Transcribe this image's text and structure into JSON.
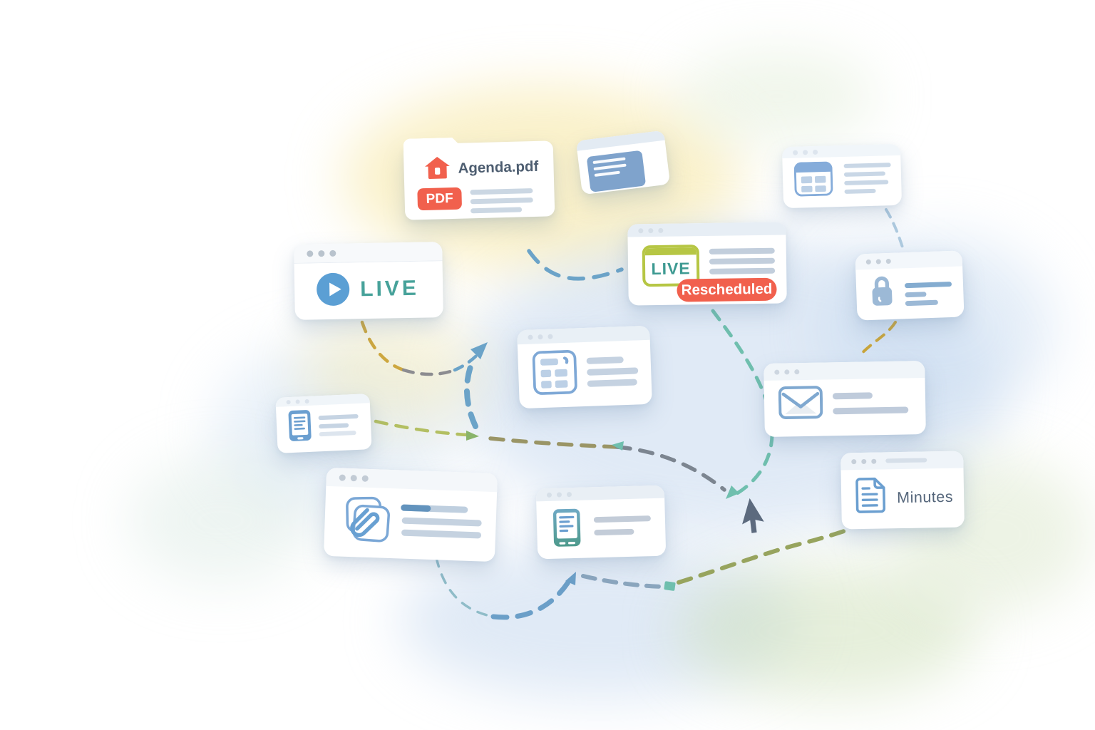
{
  "illustration": {
    "cards": {
      "agenda": {
        "title": "Agenda.pdf",
        "badge": "PDF",
        "icon": "home-icon"
      },
      "live_player": {
        "label": "LIVE",
        "icon": "play-icon"
      },
      "live_event": {
        "label": "LIVE",
        "status_badge": "Rescheduled",
        "icon": "calendar-live-icon"
      },
      "minutes": {
        "label": "Minutes",
        "icon": "document-icon"
      },
      "note": {
        "icon": "note-icon"
      },
      "calendar_browser": {
        "icon": "calendar-icon"
      },
      "lock": {
        "icon": "lock-icon"
      },
      "schedule": {
        "icon": "schedule-grid-icon"
      },
      "tablet_small": {
        "icon": "tablet-icon"
      },
      "attachment": {
        "icon": "paperclip-icon"
      },
      "tablet_teal": {
        "icon": "tablet-icon"
      },
      "mail": {
        "icon": "envelope-icon"
      }
    },
    "cursor": "pointer-cursor",
    "colors": {
      "coral": "#F1604D",
      "lime": "#B6C644",
      "teal_text": "#47A29A",
      "play_blue": "#5B9FD4",
      "icon_blue": "#7AA7D6",
      "bar_blue": "#C6D4E3",
      "dash_blue": "#6BA3C8",
      "dash_teal": "#6FBFAE",
      "dash_mustard": "#CDA73F",
      "dash_olive": "#97A45E",
      "dash_slate": "#7C8590",
      "cursor_slate": "#5C6A7E"
    }
  }
}
